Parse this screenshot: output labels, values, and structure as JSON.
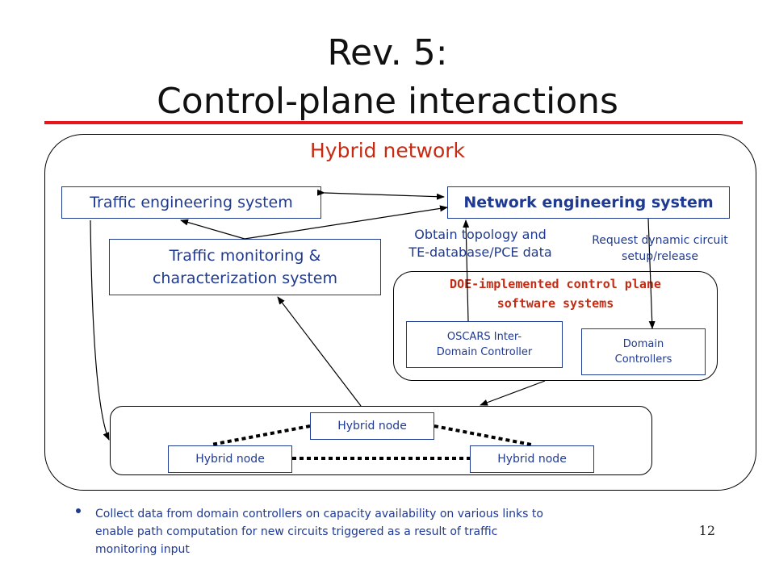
{
  "title": {
    "line1": "Rev. 5:",
    "line2": "Control-plane interactions"
  },
  "diagram": {
    "frame_title": "Hybrid network",
    "traffic_engineering_system": "Traffic engineering system",
    "network_engineering_system": "Network engineering system",
    "traffic_monitoring": {
      "line1": "Traffic monitoring &",
      "line2": "characterization system"
    },
    "obtain_label": {
      "line1": "Obtain topology and",
      "line2": "TE-database/PCE data"
    },
    "request_label": {
      "line1": "Request dynamic circuit",
      "line2": "setup/release"
    },
    "doe_group": {
      "line1": "DOE-implemented control plane",
      "line2": "software systems"
    },
    "oscars": {
      "line1": "OSCARS Inter-",
      "line2": "Domain Controller"
    },
    "domain_controllers": {
      "line1": "Domain",
      "line2": "Controllers"
    },
    "hybrid_nodes": [
      "Hybrid node",
      "Hybrid node",
      "Hybrid node"
    ]
  },
  "bullet": {
    "line1": "Collect data from domain controllers on capacity availability on various links to",
    "line2": "enable path computation for new circuits triggered as a result of traffic",
    "line3": "monitoring input"
  },
  "page_number": "12",
  "colors": {
    "accent_red": "#e8141a",
    "title_red": "#c62a12",
    "text_blue": "#1f3a93"
  }
}
